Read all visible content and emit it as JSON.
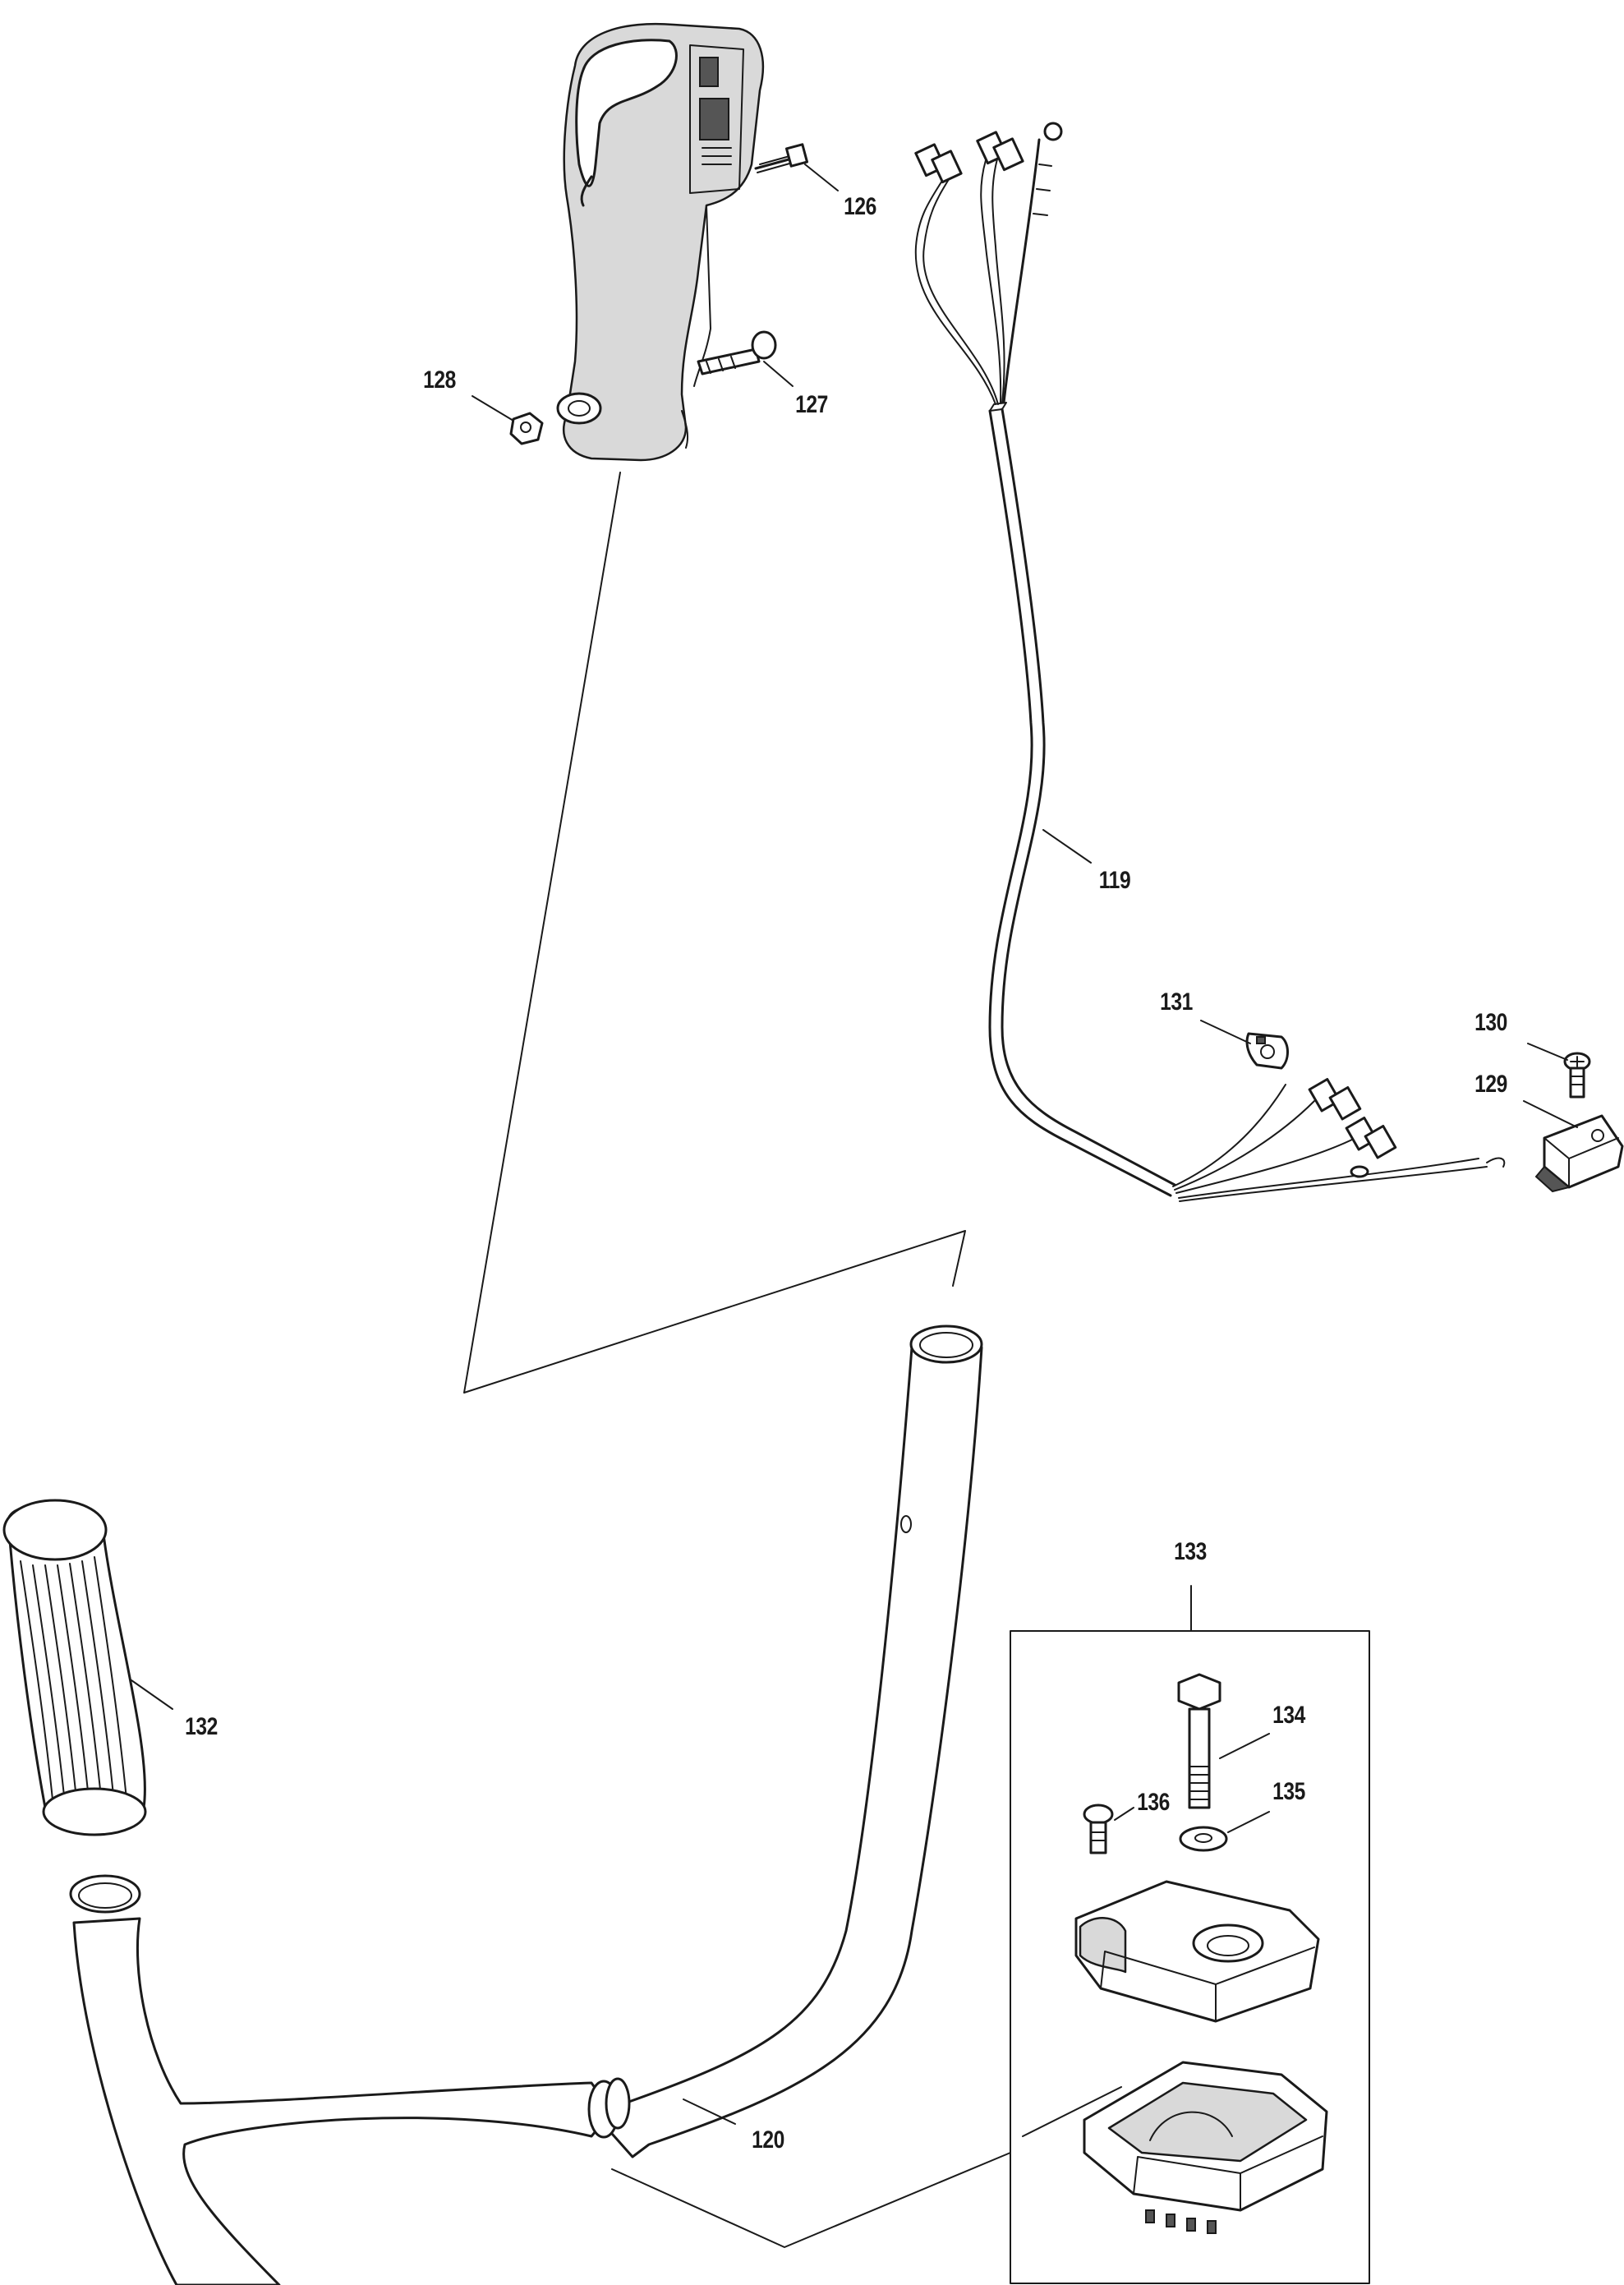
{
  "diagram": {
    "labels": {
      "p119": "119",
      "p120": "120",
      "p126": "126",
      "p127": "127",
      "p128": "128",
      "p129": "129",
      "p130": "130",
      "p131": "131",
      "p132": "132",
      "p133": "133",
      "p134": "134",
      "p135": "135",
      "p136": "136"
    }
  }
}
